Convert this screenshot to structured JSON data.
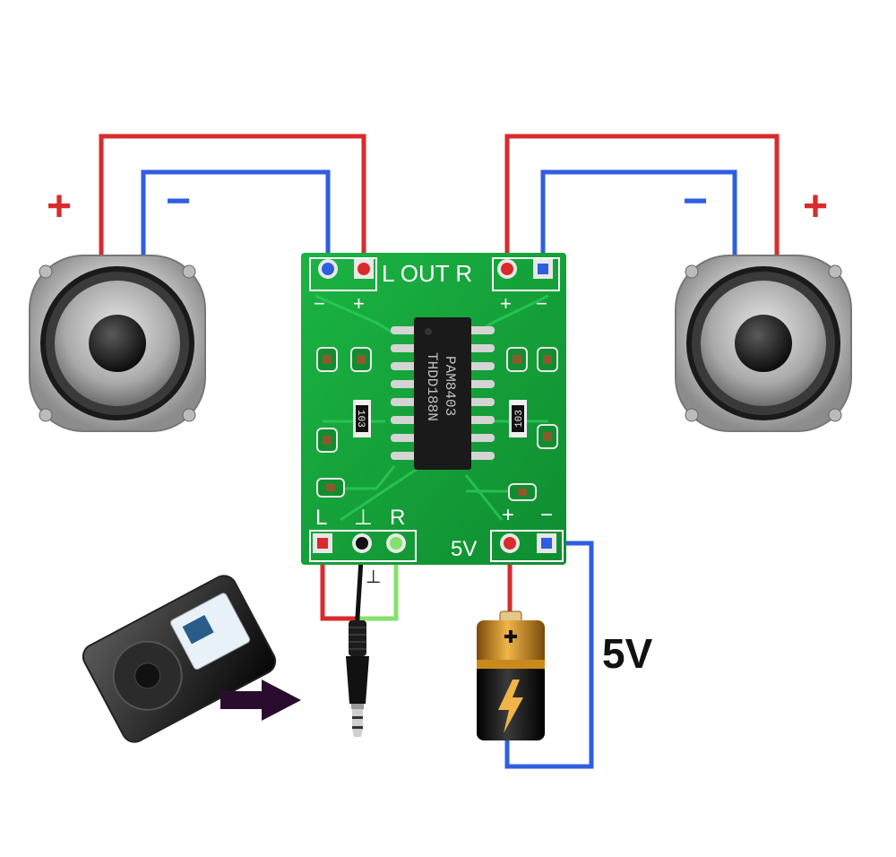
{
  "board": {
    "out_label": "L OUT R",
    "left_out_minus": "−",
    "left_out_plus": "+",
    "right_out_plus": "+",
    "right_out_minus": "−",
    "in_left": "L",
    "in_ground": "⊥",
    "in_right": "R",
    "power_label": "5V",
    "power_plus": "+",
    "power_minus": "−",
    "chip_line1": "PAM8403",
    "chip_line2": "THDD188N",
    "resistor_left": "103",
    "resistor_right": "103"
  },
  "left_speaker": {
    "plus_sign": "+",
    "minus_sign": "−"
  },
  "right_speaker": {
    "plus_sign": "+",
    "minus_sign": "−"
  },
  "ground_symbol": "⊥",
  "supply_voltage_label": "5V",
  "colors": {
    "positive_wire": "#d92b2b",
    "negative_wire": "#2f5ee0",
    "ground_wire": "#111111",
    "right_channel_wire": "#86e06a",
    "pcb": "#15a63a",
    "battery_top": "#c98a1c",
    "battery_bottom": "#1a1a1a"
  }
}
